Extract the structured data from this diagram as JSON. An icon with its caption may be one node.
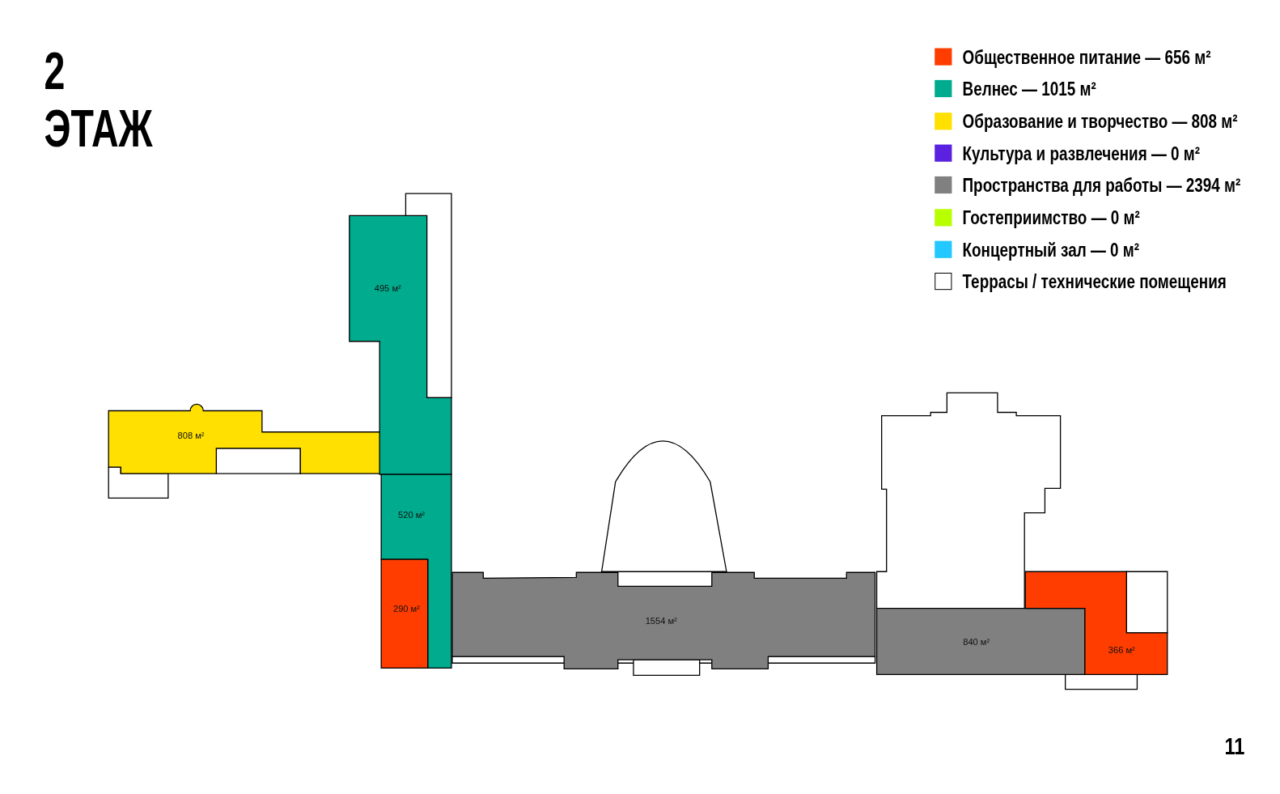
{
  "diagram": {
    "title": "2 ЭТАЖ",
    "nodes": [
      {
        "text": [
          "808 м²"
        ]
      },
      {
        "text": [
          "495 м²"
        ]
      },
      {
        "text": [
          "520 м²"
        ]
      },
      {
        "text": [
          "290 м²"
        ]
      },
      {
        "text": [
          "1554 м²"
        ]
      },
      {
        "text": [
          "840 м²"
        ]
      },
      {
        "text": [
          "366 м²"
        ]
      }
    ],
    "labels": [
      "11"
    ],
    "legend": [
      {
        "text": "Общественное питание — 656 м²",
        "color": "#ff3d00"
      },
      {
        "text": "Велнес — 1015 м²",
        "color": "#00ab8e"
      },
      {
        "text": "Образование и творчество — 808 м²",
        "color": "#ffe000"
      },
      {
        "text": "Культура и развлечения — 0 м²",
        "color": "#5a22e0"
      },
      {
        "text": "Пространства для работы — 2394 м²",
        "color": "#808080"
      },
      {
        "text": "Гостеприимство — 0 м²",
        "color": "#b8ff00"
      },
      {
        "text": "Концертный зал — 0 м²",
        "color": "#22c8ff"
      },
      {
        "text": "Террасы / технические помещения",
        "color": "#ffffff"
      }
    ]
  }
}
